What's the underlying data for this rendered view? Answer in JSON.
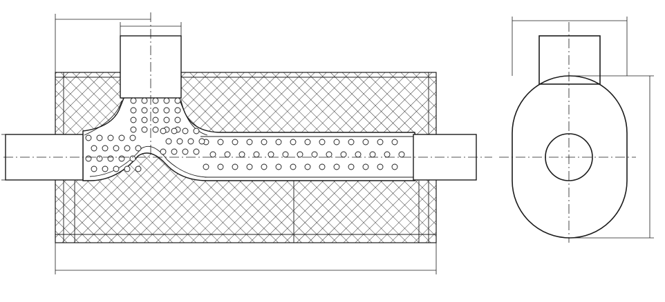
{
  "drawing": {
    "colors": {
      "line": "#1a1a1a",
      "background": "#ffffff"
    },
    "views": [
      {
        "id": "side-section",
        "components": [
          "muffler-shell",
          "acoustic-packing",
          "inlet-pipe-left",
          "inlet-pipe-top",
          "outlet-pipe-right",
          "perforated-y-pipe"
        ]
      },
      {
        "id": "end-view",
        "components": [
          "oval-shell",
          "outlet-circle",
          "inlet-stub"
        ]
      }
    ],
    "labels": []
  }
}
